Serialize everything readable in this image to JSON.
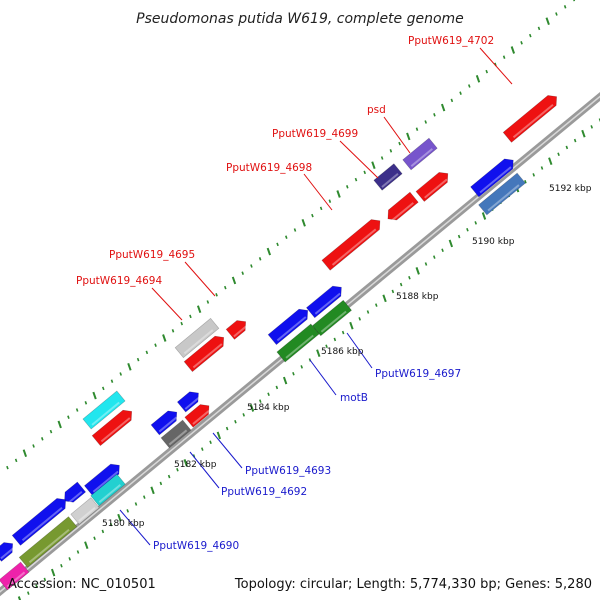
{
  "title": "Pseudomonas putida W619, complete genome",
  "footer": {
    "accession": "Accession: NC_010501",
    "summary": "Topology: circular; Length: 5,774,330 bp; Genes: 5,280"
  },
  "colors": {
    "backbone": "#8c8c8c",
    "tick": "#2f8a2f",
    "label_red": "#e01010",
    "label_blue": "#1a1acc"
  },
  "kbp_labels": [
    "5180 kbp",
    "5182 kbp",
    "5184 kbp",
    "5186 kbp",
    "5188 kbp",
    "5190 kbp",
    "5192 kbp"
  ],
  "gene_labels": [
    {
      "text": "PputW619_4702",
      "color": "red"
    },
    {
      "text": "psd",
      "color": "red"
    },
    {
      "text": "PputW619_4699",
      "color": "red"
    },
    {
      "text": "PputW619_4698",
      "color": "red"
    },
    {
      "text": "PputW619_4695",
      "color": "red"
    },
    {
      "text": "PputW619_4694",
      "color": "red"
    },
    {
      "text": "PputW619_4697",
      "color": "blue"
    },
    {
      "text": "motB",
      "color": "blue"
    },
    {
      "text": "PputW619_4693",
      "color": "blue"
    },
    {
      "text": "PputW619_4692",
      "color": "blue"
    },
    {
      "text": "PputW619_4690",
      "color": "blue"
    }
  ]
}
